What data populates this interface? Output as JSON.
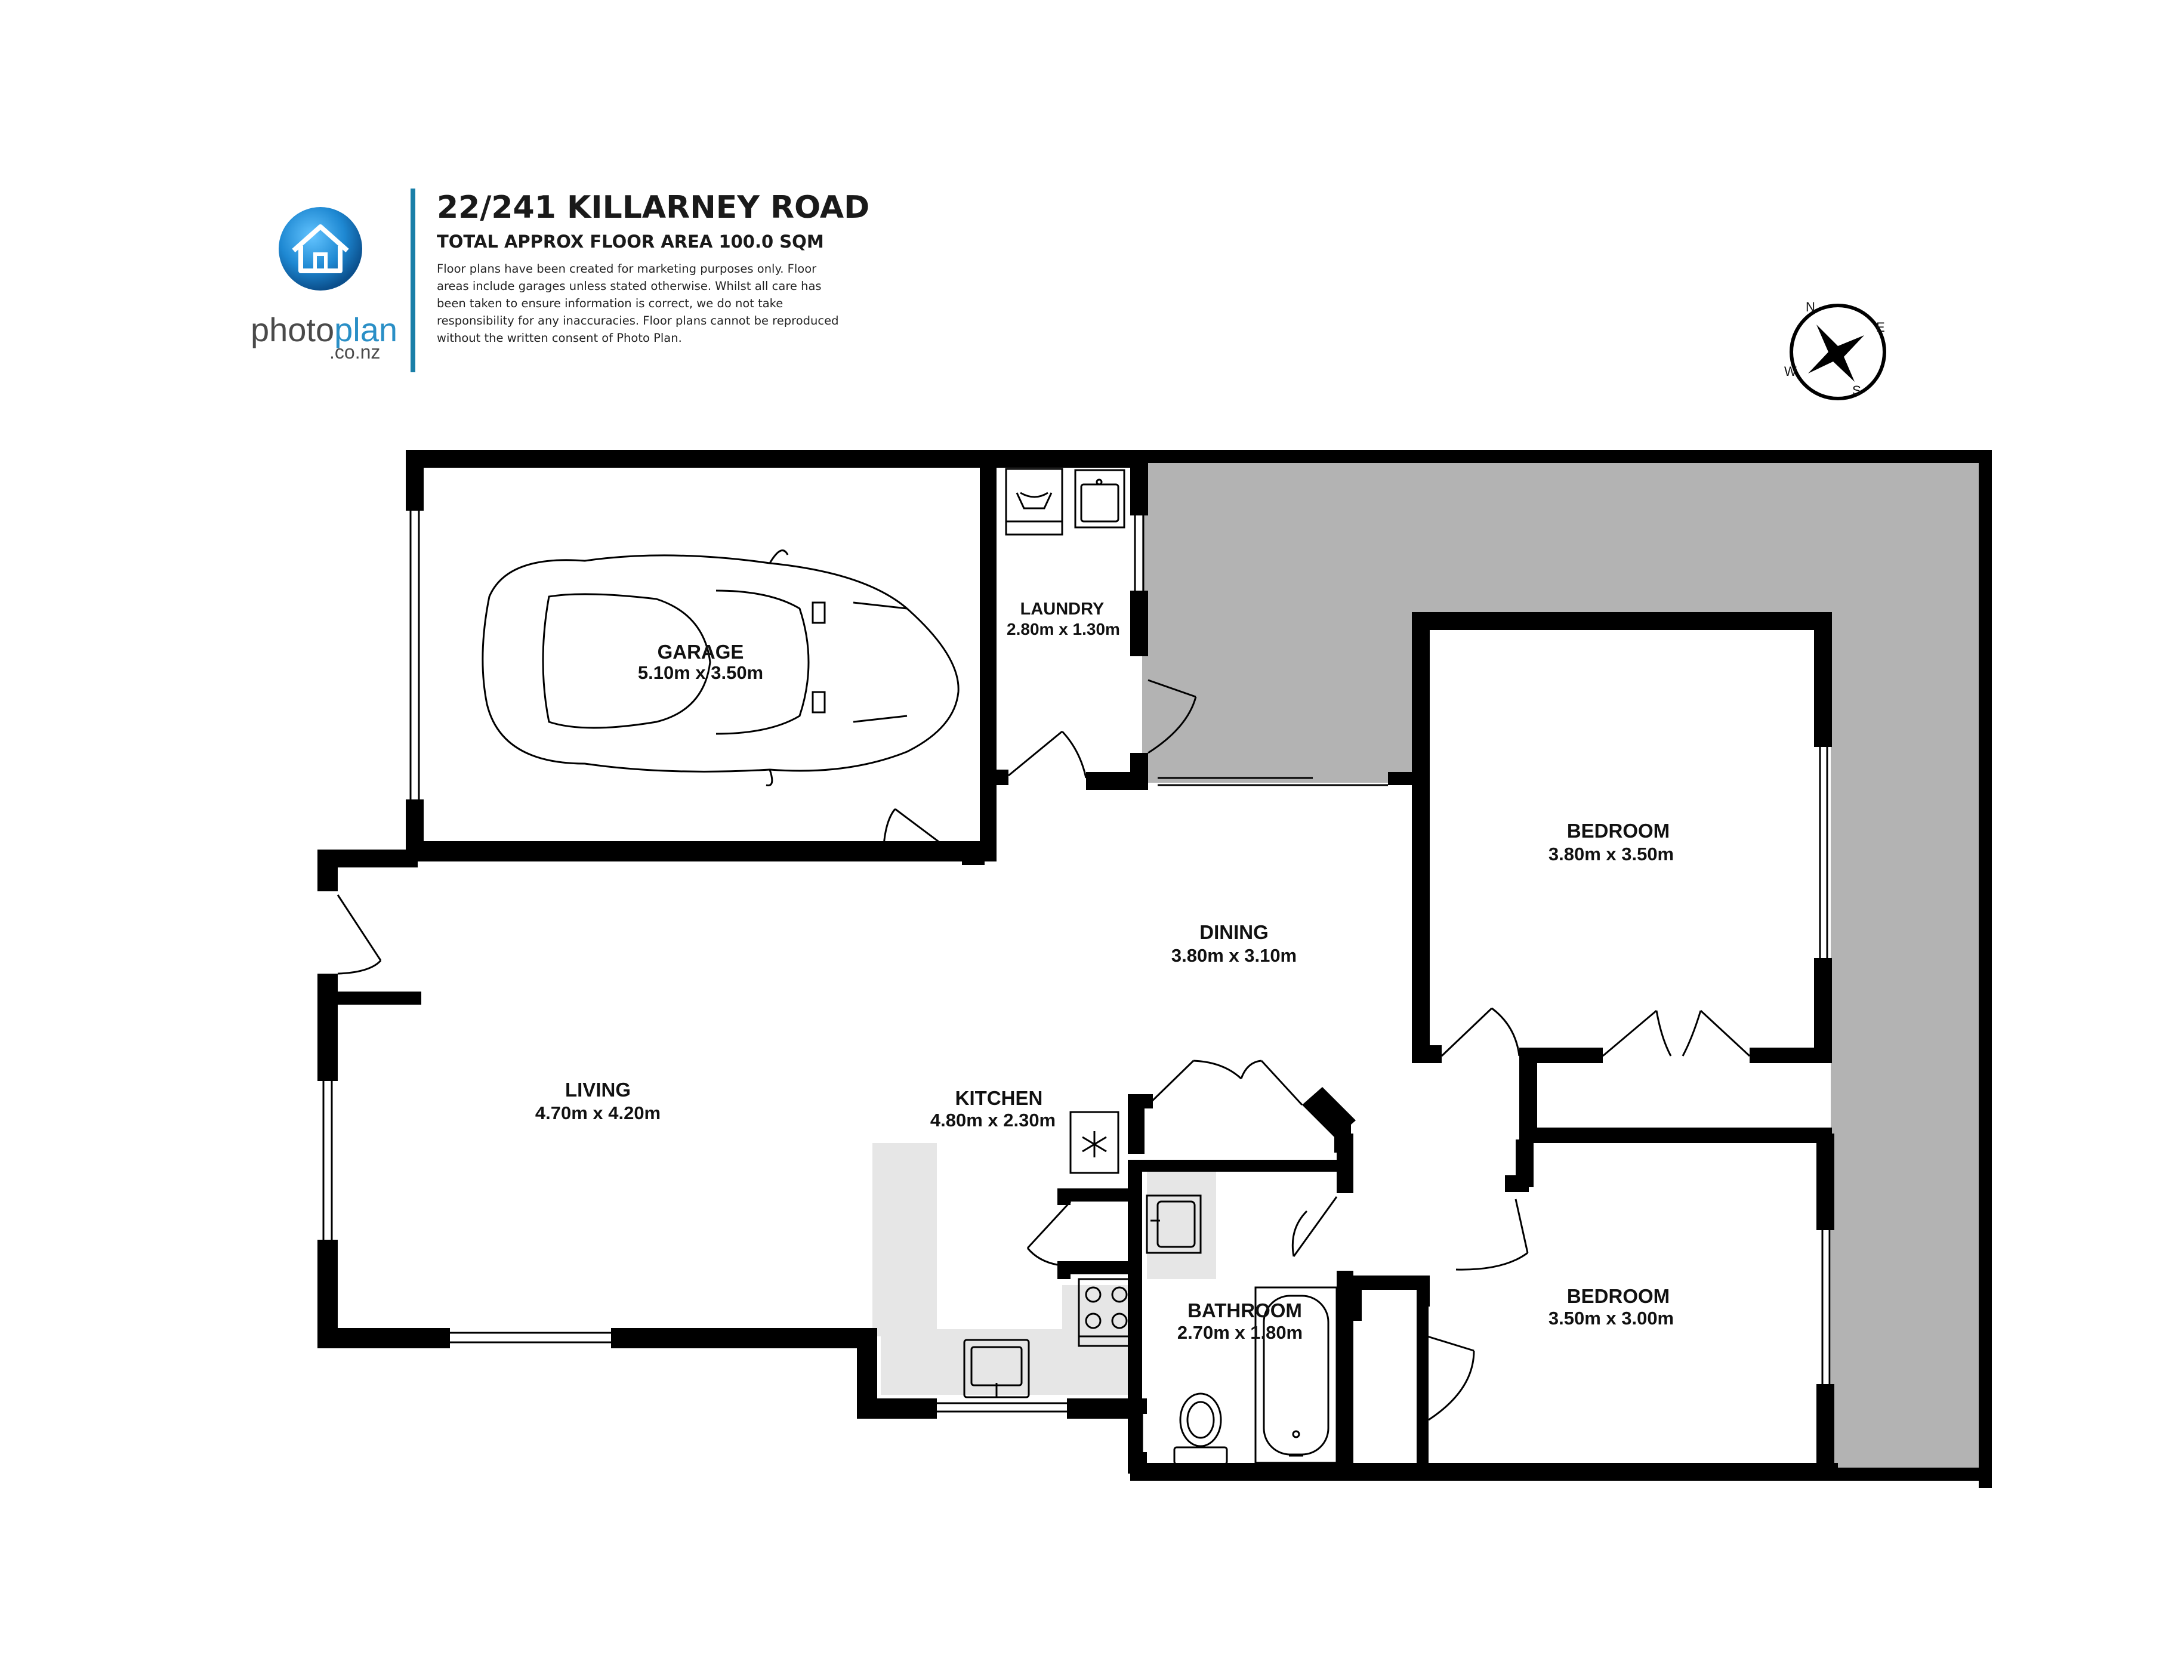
{
  "header": {
    "title": "22/241 KILLARNEY ROAD",
    "subtitle": "TOTAL APPROX FLOOR AREA 100.0 SQM",
    "disclaimer": "Floor plans have been created for marketing purposes only. Floor areas include garages unless stated otherwise. Whilst all care has been taken to ensure information is correct, we do not take responsibility for any inaccuracies. Floor plans cannot be reproduced without the written consent of Photo Plan."
  },
  "brand": {
    "name_part1": "photo",
    "name_part2": "plan",
    "domain": ".co.nz",
    "accent_color": "#2a8fc6"
  },
  "compass": {
    "n": "N",
    "e": "E",
    "s": "S",
    "w": "W"
  },
  "rooms": {
    "garage": {
      "name": "GARAGE",
      "dims": "5.10m  x 3.50m"
    },
    "laundry": {
      "name": "LAUNDRY",
      "dims": "2.80m  x 1.30m"
    },
    "dining": {
      "name": "DINING",
      "dims": "3.80m  x 3.10m"
    },
    "living": {
      "name": "LIVING",
      "dims": "4.70m  x 4.20m"
    },
    "kitchen": {
      "name": "KITCHEN",
      "dims": "4.80m  x 2.30m"
    },
    "bedroom1": {
      "name": "BEDROOM",
      "dims": "3.80m  x 3.50m"
    },
    "bedroom2": {
      "name": "BEDROOM",
      "dims": "3.50m  x 3.00m"
    },
    "bathroom": {
      "name": "BATHROOM",
      "dims": "2.70m  x 1.80m"
    }
  },
  "colors": {
    "wall": "#000000",
    "deck": "#b3b3b3",
    "bench": "#e6e6e6",
    "logo_blue": "#1e88d2"
  },
  "icons": [
    "house-logo-icon",
    "compass-icon",
    "car-icon",
    "washing-machine-icon",
    "sink-icon",
    "fridge-icon",
    "cooktop-icon",
    "toilet-icon",
    "bathtub-icon"
  ]
}
